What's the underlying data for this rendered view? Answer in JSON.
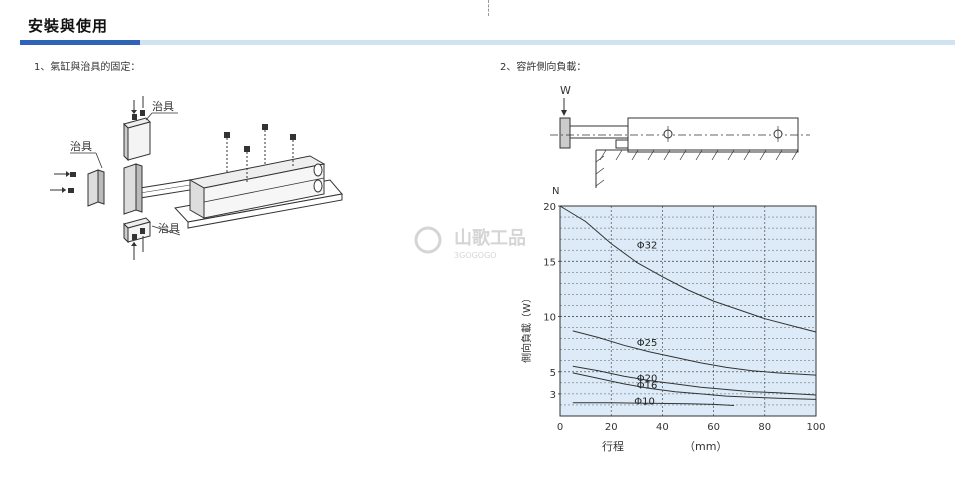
{
  "section": {
    "title": "安裝與使用"
  },
  "captions": {
    "left": "1、氣缸與治具的固定：",
    "right": "2、容許側向負載："
  },
  "left_figure": {
    "labels": [
      "治具",
      "治具",
      "治具"
    ]
  },
  "right_figure": {
    "load_label": "W"
  },
  "watermark": {
    "brand": "山歌工品",
    "brand_en": "3GOGOGO"
  },
  "chart_data": {
    "type": "line",
    "title": "",
    "xlabel": "行程",
    "xunit": "（mm）",
    "ylabel": "側向負載（W）",
    "yunit": "N",
    "xlim": [
      0,
      100
    ],
    "ylim": [
      1,
      20
    ],
    "x_ticks": [
      "0",
      "20",
      "40",
      "60",
      "80",
      "100"
    ],
    "y_ticks": [
      "3",
      "5",
      "10",
      "15",
      "20"
    ],
    "y_tick_values": [
      3,
      5,
      10,
      15,
      20
    ],
    "grid": true,
    "series": [
      {
        "name": "Φ32",
        "x": [
          0,
          10,
          20,
          30,
          40,
          50,
          60,
          70,
          80,
          90,
          100
        ],
        "y": [
          20,
          18.6,
          16.6,
          14.9,
          13.6,
          12.4,
          11.4,
          10.6,
          9.8,
          9.2,
          8.6
        ]
      },
      {
        "name": "Φ25",
        "x": [
          5,
          15,
          25,
          35,
          45,
          55,
          65,
          75,
          85,
          100
        ],
        "y": [
          8.7,
          8.1,
          7.4,
          6.8,
          6.3,
          5.8,
          5.4,
          5.1,
          4.9,
          4.7
        ]
      },
      {
        "name": "Φ20",
        "x": [
          5,
          15,
          25,
          35,
          45,
          55,
          65,
          75,
          85,
          100
        ],
        "y": [
          5.5,
          5.1,
          4.6,
          4.2,
          3.9,
          3.6,
          3.4,
          3.2,
          3.1,
          2.9
        ]
      },
      {
        "name": "Φ16",
        "x": [
          5,
          15,
          25,
          35,
          45,
          55,
          65,
          75,
          85,
          100
        ],
        "y": [
          4.9,
          4.4,
          3.9,
          3.5,
          3.2,
          3.0,
          2.8,
          2.7,
          2.6,
          2.5
        ]
      },
      {
        "name": "Φ10",
        "x": [
          5,
          20,
          35,
          50,
          60,
          68
        ],
        "y": [
          2.2,
          2.2,
          2.15,
          2.1,
          2.05,
          1.95
        ]
      }
    ],
    "annotations": [
      {
        "text": "Φ32",
        "x": 30,
        "y": 16.5
      },
      {
        "text": "Φ25",
        "x": 30,
        "y": 7.7
      },
      {
        "text": "Φ20",
        "x": 30,
        "y": 4.5
      },
      {
        "text": "Φ16",
        "x": 30,
        "y": 3.85
      },
      {
        "text": "Φ10",
        "x": 29,
        "y": 2.4
      }
    ],
    "colors": {
      "plot_bg": "#dcebf7",
      "line": "#333333",
      "grid": "#333333"
    }
  },
  "colors": {
    "accent": "#2f63b8",
    "rule_light": "#cfe3f1"
  }
}
